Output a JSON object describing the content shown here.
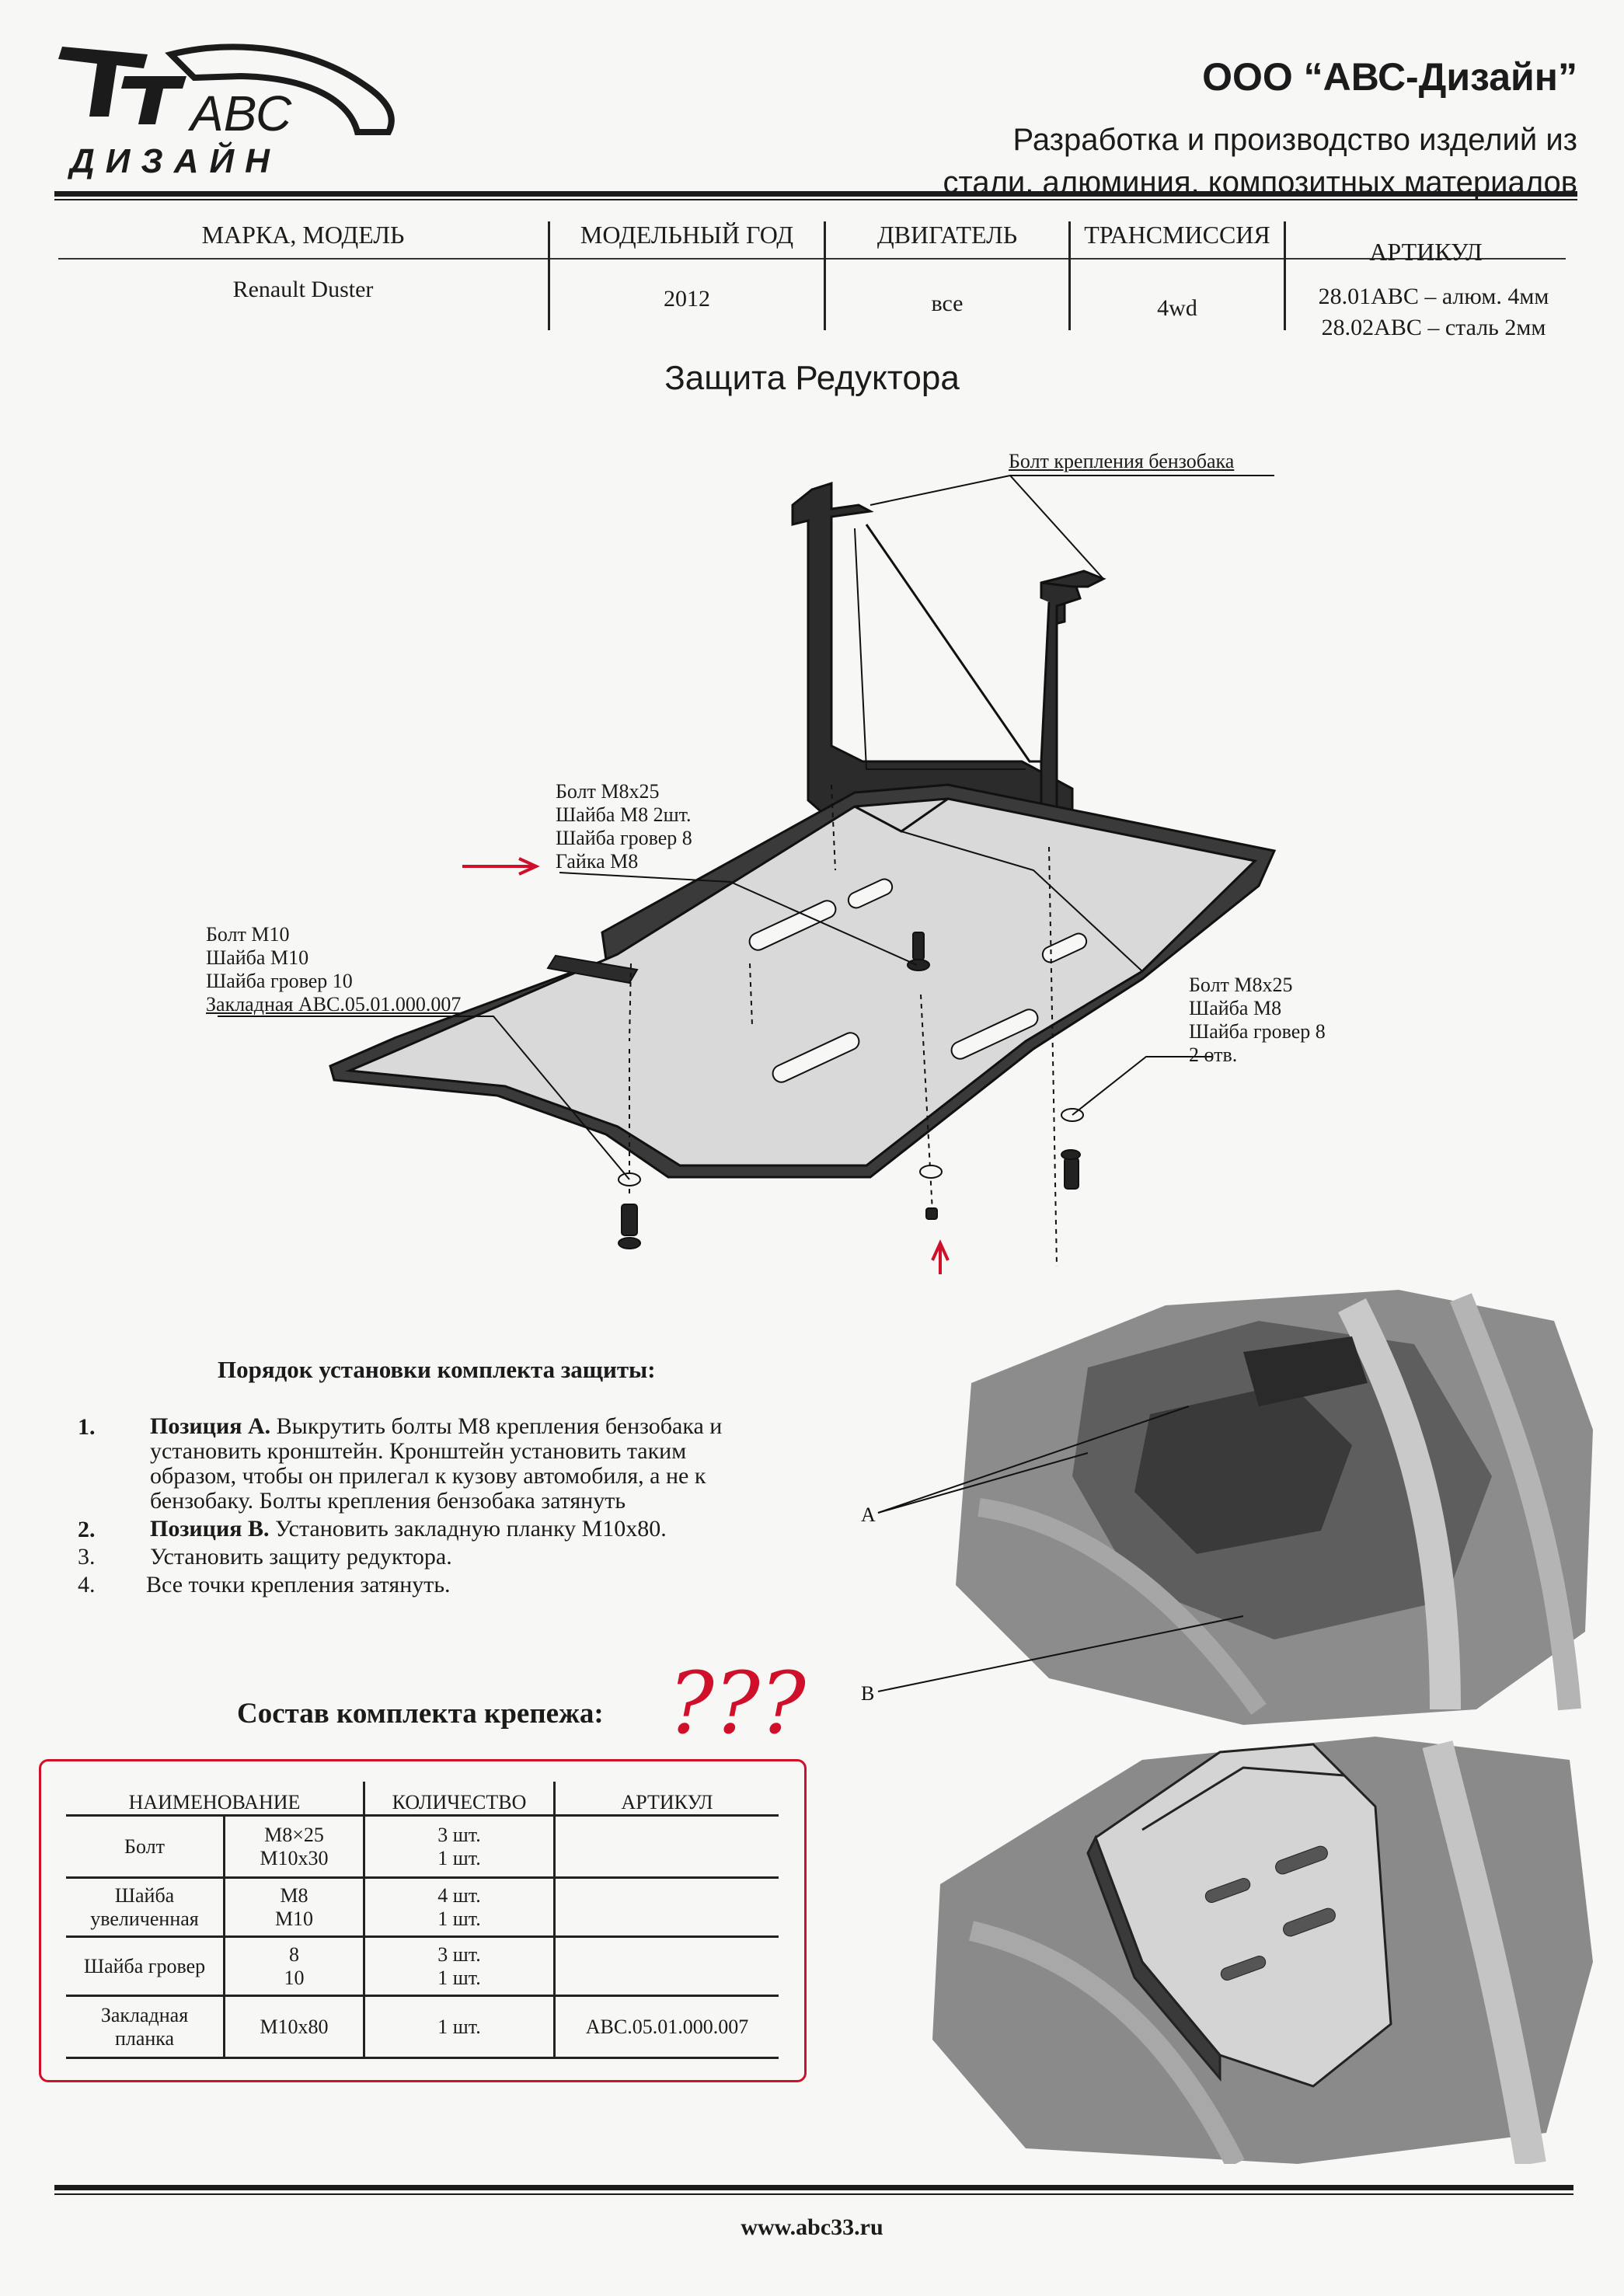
{
  "header": {
    "logo_text": "АВС",
    "logo_subtext": "ДИЗАЙН",
    "company": "ООО “АВС-Дизайн”",
    "tagline_1": "Разработка и производство изделий из",
    "tagline_2": "стали, алюминия, композитных материалов"
  },
  "spec": {
    "headers": [
      "МАРКА, МОДЕЛЬ",
      "МОДЕЛЬНЫЙ ГОД",
      "ДВИГАТЕЛЬ",
      "ТРАНСМИССИЯ",
      "АРТИКУЛ"
    ],
    "model": "Renault Duster",
    "year": "2012",
    "engine": "все",
    "transmission": "4wd",
    "article_1": "28.01АВС – алюм. 4мм",
    "article_2": "28.02АВС – сталь 2мм"
  },
  "title": "Защита Редуктора",
  "drawing": {
    "label_tank_bolt": "Болт крепления бензобака",
    "label_center": [
      "Болт М8х25",
      "Шайба М8 2шт.",
      "Шайба гровер 8",
      "Гайка М8"
    ],
    "label_left": [
      "Болт М10",
      "Шайба М10",
      "Шайба гровер 10",
      "Закладная АВС.05.01.000.007"
    ],
    "label_right": [
      "Болт М8х25",
      "Шайба М8",
      "Шайба гровер 8",
      "2 отв."
    ]
  },
  "instructions": {
    "title": "Порядок установки комплекта защиты:",
    "steps": [
      {
        "num": "1.",
        "bold": "Позиция А.",
        "lines": [
          "Выкрутить болты М8 крепления бензобака и",
          "установить кронштейн. Кронштейн установить таким",
          "образом, чтобы он прилегал к кузову автомобиля, а не к",
          "бензобаку. Болты крепления бензобака затянуть"
        ]
      },
      {
        "num": "2.",
        "bold": "Позиция В.",
        "lines": [
          "Установить закладную планку М10х80."
        ]
      },
      {
        "num": "3.",
        "bold": "",
        "lines": [
          "Установить защиту редуктора."
        ]
      },
      {
        "num": "4.",
        "bold": "",
        "lines": [
          "Все точки крепления затянуть."
        ]
      }
    ]
  },
  "photo_labels": {
    "a": "А",
    "b": "В"
  },
  "kit": {
    "title": "Состав комплекта крепежа:",
    "annotation": "???",
    "headers": [
      "НАИМЕНОВАНИЕ",
      "КОЛИЧЕСТВО",
      "АРТИКУЛ"
    ],
    "rows": [
      {
        "name": "Болт",
        "sizes": [
          "М8×25",
          "М10х30"
        ],
        "qty": [
          "3 шт.",
          "1 шт."
        ],
        "article": ""
      },
      {
        "name": "Шайба увеличенная",
        "sizes": [
          "М8",
          "М10"
        ],
        "qty": [
          "4 шт.",
          "1 шт."
        ],
        "article": ""
      },
      {
        "name": "Шайба гровер",
        "sizes": [
          "8",
          "10"
        ],
        "qty": [
          "3 шт.",
          "1 шт."
        ],
        "article": ""
      },
      {
        "name": "Закладная планка",
        "sizes": [
          "М10х80"
        ],
        "qty": [
          "1 шт."
        ],
        "article": "АВС.05.01.000.007"
      }
    ]
  },
  "footer": {
    "website": "www.abc33.ru"
  },
  "colors": {
    "annotation_red": "#d0102a",
    "ink": "#1b1b1b"
  }
}
